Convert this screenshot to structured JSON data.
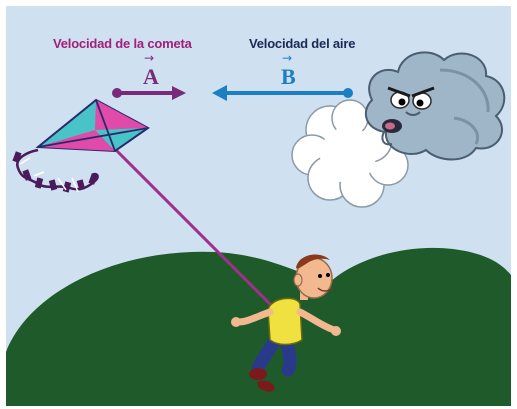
{
  "labels": {
    "kite_velocity": "Velocidad de la cometa",
    "air_velocity": "Velocidad del aire"
  },
  "vectors": {
    "a": {
      "letter": "A",
      "overline": "→",
      "color": "#7a2a7a"
    },
    "b": {
      "letter": "B",
      "overline": "→",
      "color": "#1c7fc4"
    }
  },
  "colors": {
    "sky": "#cfe0f0",
    "hill": "#1f5a2a",
    "kite_label": "#a0207a",
    "air_label": "#1a2a55",
    "kite_string": "#a0308a"
  }
}
